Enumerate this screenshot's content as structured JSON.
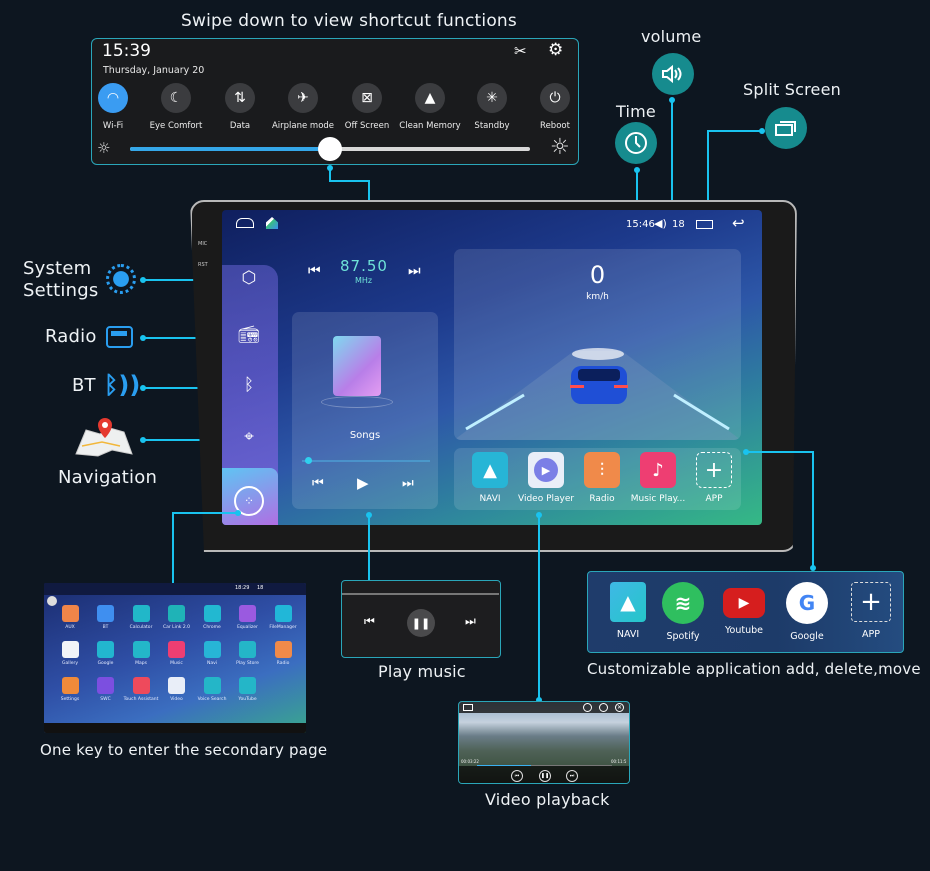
{
  "callouts": {
    "swipe": "Swipe down to view shortcut functions",
    "volume": "volume",
    "time": "Time",
    "split_screen": "Split Screen",
    "system_settings_line1": "System",
    "system_settings_line2": "Settings",
    "radio": "Radio",
    "bt": "BT",
    "navigation": "Navigation",
    "secondary_page": "One key to enter the secondary page",
    "play_music": "Play music",
    "custom_apps": "Customizable application add, delete,move",
    "video_playback": "Video playback"
  },
  "quick_settings": {
    "time": "15:39",
    "date": "Thursday, January 20",
    "tiles": [
      {
        "label": "Wi-Fi",
        "icon": "wifi-icon",
        "glyph": "◠",
        "active": true
      },
      {
        "label": "Eye Comfort",
        "icon": "moon-icon",
        "glyph": "☾",
        "active": false
      },
      {
        "label": "Data",
        "icon": "data-transfer-icon",
        "glyph": "⇅",
        "active": false
      },
      {
        "label": "Airplane mode",
        "icon": "airplane-icon",
        "glyph": "✈",
        "active": false
      },
      {
        "label": "Off Screen",
        "icon": "off-screen-icon",
        "glyph": "⊠",
        "active": false
      },
      {
        "label": "Clean Memory",
        "icon": "rocket-icon",
        "glyph": "▲",
        "active": false
      },
      {
        "label": "Standby",
        "icon": "standby-icon",
        "glyph": "✳",
        "active": false
      },
      {
        "label": "Reboot",
        "icon": "power-icon",
        "glyph": "⏻",
        "active": false
      }
    ],
    "brightness_percent": 50
  },
  "head_unit": {
    "side_labels": [
      "MIC",
      "RST"
    ],
    "status_bar": {
      "time": "15:46",
      "volume": "18"
    },
    "radio": {
      "frequency": "87.50",
      "unit": "MHz"
    },
    "music": {
      "title": "Songs",
      "progress_percent": 2
    },
    "speed": {
      "value": "0",
      "unit": "km/h"
    },
    "dock_apps": [
      {
        "label": "NAVI",
        "icon": "navi-icon",
        "color": "#27b5d6"
      },
      {
        "label": "Video Player",
        "icon": "video-player-icon",
        "color": "#e9eef8"
      },
      {
        "label": "Radio",
        "icon": "radio-wave-icon",
        "color": "#f08a4a"
      },
      {
        "label": "Music Play...",
        "icon": "music-note-icon",
        "color": "#ee3e72"
      },
      {
        "label": "APP",
        "icon": "add-app-icon",
        "color": "transparent"
      }
    ]
  },
  "secondary_page": {
    "status_time": "18:29",
    "status_volume": "18",
    "apps": [
      {
        "label": "AUX",
        "color": "#f08549"
      },
      {
        "label": "BT",
        "color": "#3f8ff0"
      },
      {
        "label": "Calculator",
        "color": "#21b7c9"
      },
      {
        "label": "Car Link 2.0",
        "color": "#1fb3b7"
      },
      {
        "label": "Chrome",
        "color": "#22b8d1"
      },
      {
        "label": "Equalizer",
        "color": "#9a5ae0"
      },
      {
        "label": "FileManager",
        "color": "#21b7d8"
      },
      {
        "label": "Gallery",
        "color": "#f2f4f8"
      },
      {
        "label": "Google",
        "color": "#22b6cf"
      },
      {
        "label": "Maps",
        "color": "#23b7c9"
      },
      {
        "label": "Music",
        "color": "#ee3e72"
      },
      {
        "label": "Navi",
        "color": "#27b5d6"
      },
      {
        "label": "Play Store",
        "color": "#24b6c8"
      },
      {
        "label": "Radio",
        "color": "#f08a4a"
      },
      {
        "label": "Settings",
        "color": "#f08a3a"
      },
      {
        "label": "SWC",
        "color": "#7c4fe0"
      },
      {
        "label": "Touch Assistant",
        "color": "#ee4a5c"
      },
      {
        "label": "Video",
        "color": "#e9eef8"
      },
      {
        "label": "Voice Search",
        "color": "#24b6c8"
      },
      {
        "label": "YouTube",
        "color": "#24b6c8"
      }
    ]
  },
  "custom_dock": {
    "apps": [
      {
        "label": "NAVI",
        "icon": "navi-icon"
      },
      {
        "label": "Spotify",
        "icon": "spotify-icon"
      },
      {
        "label": "Youtube",
        "icon": "youtube-icon"
      },
      {
        "label": "Google",
        "icon": "google-icon"
      },
      {
        "label": "APP",
        "icon": "add-app-icon"
      }
    ]
  },
  "video": {
    "elapsed": "00:03:22",
    "duration": "00:11:5",
    "progress_percent": 40
  },
  "colors": {
    "accent_line": "#19c3ef",
    "teal_icon": "#168b8e",
    "panel_border": "#2aa6b9",
    "wifi_active": "#3a9cf2"
  }
}
